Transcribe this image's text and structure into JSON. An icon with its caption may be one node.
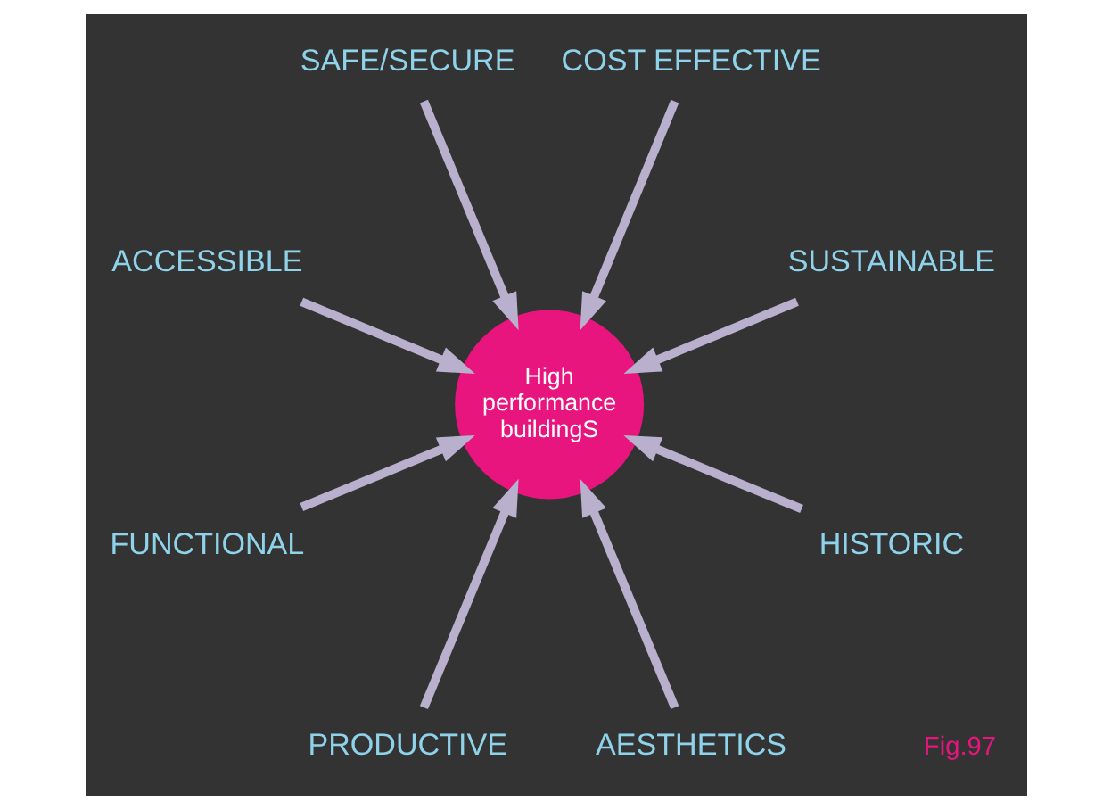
{
  "diagram": {
    "nodes": [
      {
        "text": [
          "SUSTAINABLE"
        ]
      },
      {
        "text": [
          "COST EFFECTIVE"
        ]
      },
      {
        "text": [
          "SAFE/SECURE"
        ]
      },
      {
        "text": [
          "ACCESSIBLE"
        ]
      },
      {
        "text": [
          "High performance buildingS"
        ]
      },
      {
        "text": [
          "FUNCTIONAL"
        ]
      },
      {
        "text": [
          "PRODUCTIVE"
        ]
      },
      {
        "text": [
          "AESTHETICS"
        ]
      },
      {
        "text": [
          "HISTORIC"
        ]
      }
    ],
    "edges": [
      {
        "from": 0,
        "to": 4,
        "arrow": "to"
      },
      {
        "from": 1,
        "to": 4,
        "arrow": "to"
      },
      {
        "from": 2,
        "to": 4,
        "arrow": "to"
      },
      {
        "from": 3,
        "to": 4,
        "arrow": "to"
      },
      {
        "from": 5,
        "to": 4,
        "arrow": "to"
      },
      {
        "from": 6,
        "to": 4,
        "arrow": "to"
      },
      {
        "from": 7,
        "to": 4,
        "arrow": "to"
      },
      {
        "from": 8,
        "to": 4,
        "arrow": "to"
      }
    ],
    "labels": [
      "Fig.97"
    ]
  }
}
